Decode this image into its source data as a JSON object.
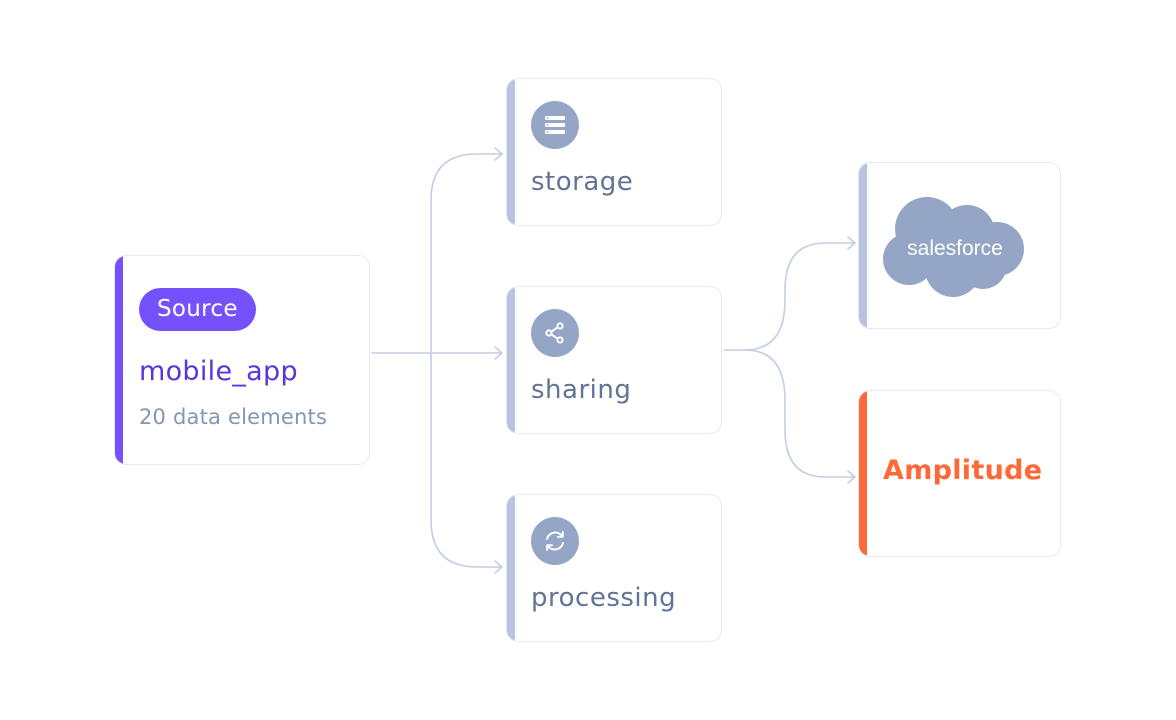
{
  "source": {
    "badge": "Source",
    "name": "mobile_app",
    "subtitle": "20 data elements",
    "accent_color": "#7551fb"
  },
  "purposes": [
    {
      "label": "storage",
      "icon": "server-stack-icon"
    },
    {
      "label": "sharing",
      "icon": "share-icon"
    },
    {
      "label": "processing",
      "icon": "refresh-icon"
    }
  ],
  "destinations": [
    {
      "label": "salesforce",
      "type": "logo",
      "color": "#94a5c6"
    },
    {
      "label": "Amplitude",
      "type": "text",
      "color": "#fe6937"
    }
  ],
  "edges": [
    {
      "from": "mobile_app",
      "to": "storage"
    },
    {
      "from": "mobile_app",
      "to": "sharing"
    },
    {
      "from": "mobile_app",
      "to": "processing"
    },
    {
      "from": "sharing",
      "to": "salesforce"
    },
    {
      "from": "sharing",
      "to": "Amplitude"
    }
  ],
  "colors": {
    "connector": "#c3cde4",
    "purpose_accent": "#b7c3df",
    "icon_bg": "#94a5c6",
    "card_border": "#e5e9f7"
  }
}
